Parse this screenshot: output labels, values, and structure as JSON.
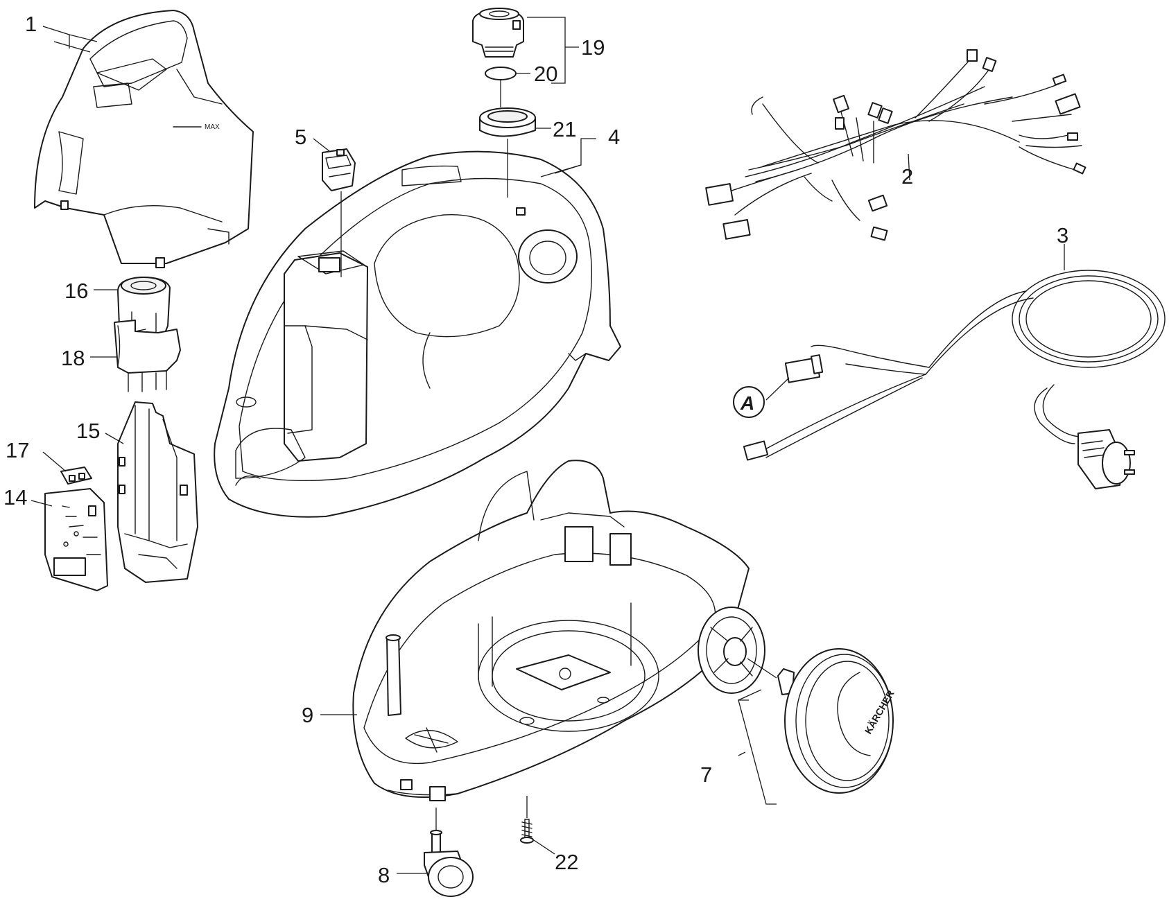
{
  "diagram": {
    "callouts": {
      "p1": "1",
      "p2": "2",
      "p3": "3",
      "p4": "4",
      "p5": "5",
      "p7": "7",
      "p8": "8",
      "p9": "9",
      "p14": "14",
      "p15": "15",
      "p16": "16",
      "p17": "17",
      "p18": "18",
      "p19": "19",
      "p20": "20",
      "p21": "21",
      "p22": "22"
    },
    "connector_marker": "A",
    "markings": {
      "max_label": "MAX",
      "wheel_brand": "KÄRCHER"
    },
    "colors": {
      "line": "#1a1a1a",
      "background": "#ffffff"
    }
  }
}
